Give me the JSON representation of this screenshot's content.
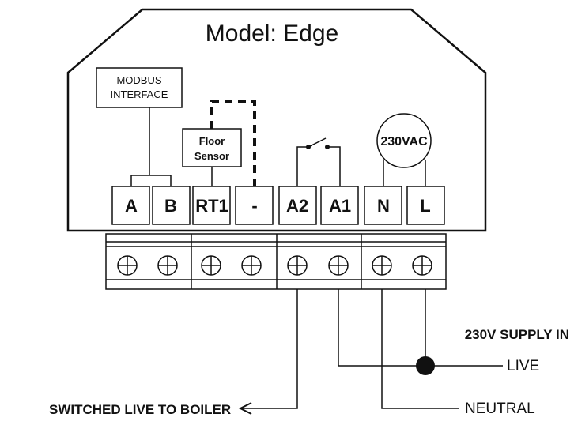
{
  "title": "Model: Edge",
  "modbus_interface": {
    "line1": "MODBUS",
    "line2": "INTERFACE"
  },
  "floor_sensor": {
    "line1": "Floor",
    "line2": "Sensor"
  },
  "relay_voltage": "230VAC",
  "terminals": [
    "A",
    "B",
    "RT1",
    "-",
    "A2",
    "A1",
    "N",
    "L"
  ],
  "wiring": {
    "supply_heading": "230V SUPPLY IN",
    "live": "LIVE",
    "neutral": "NEUTRAL",
    "boiler": "SWITCHED LIVE TO BOILER"
  }
}
